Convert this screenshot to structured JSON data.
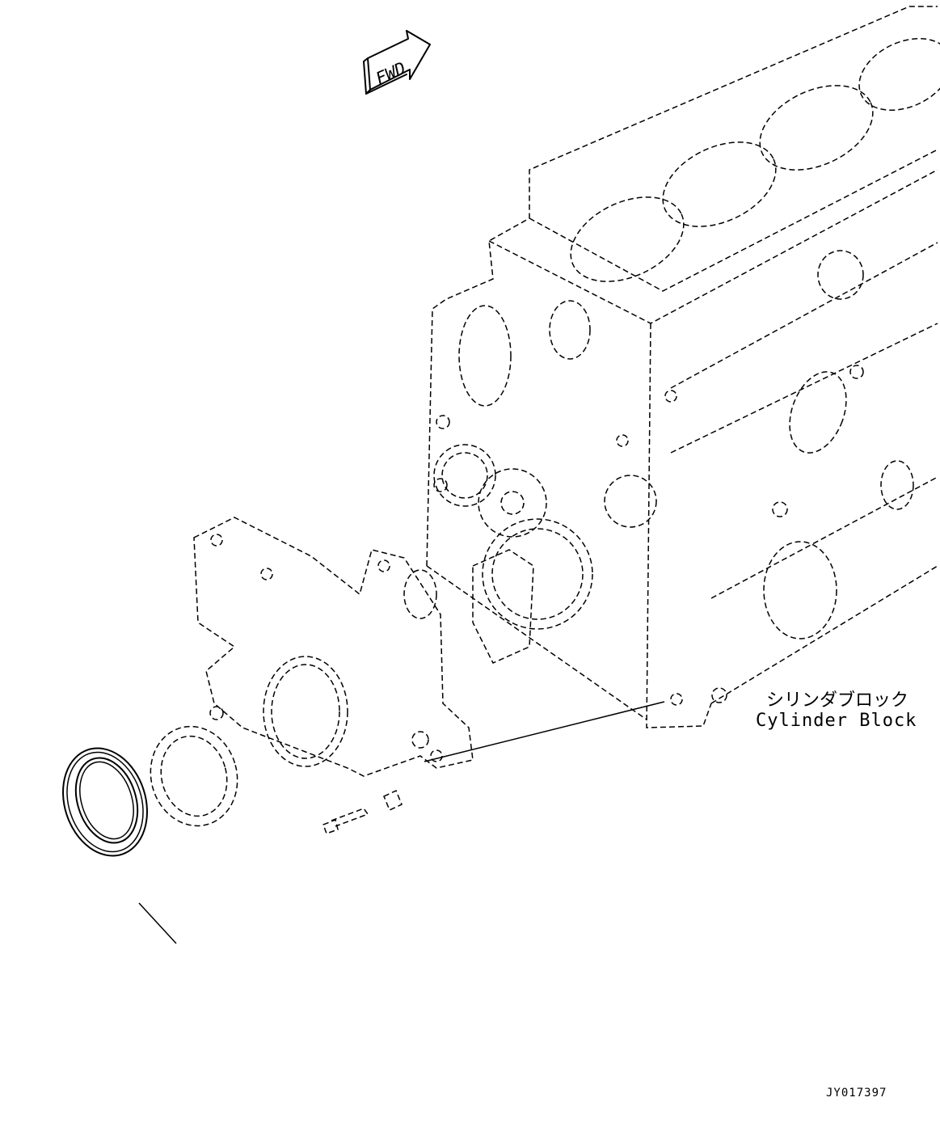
{
  "fwd_arrow": {
    "label": "FWD"
  },
  "callout": {
    "label_ja": "シリンダブロック",
    "label_en": "Cylinder Block"
  },
  "drawing_id": "JY017397",
  "icons": [
    "fwd-arrow-icon"
  ]
}
